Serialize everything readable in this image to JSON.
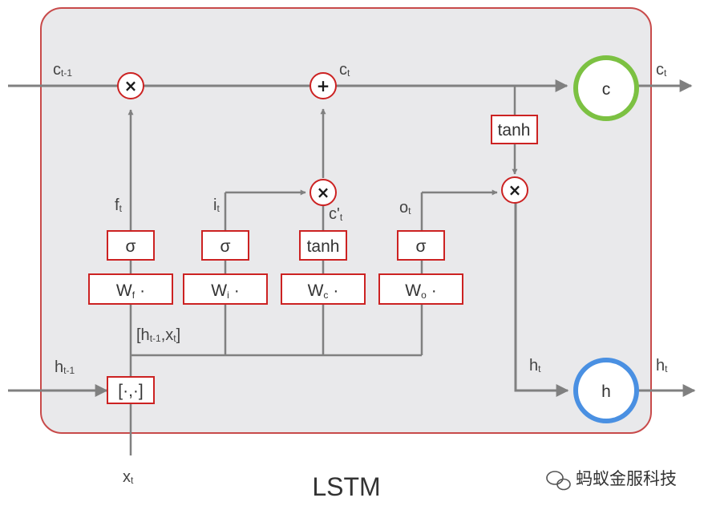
{
  "title": "LSTM",
  "watermark": "蚂蚁金服科技",
  "colors": {
    "cell_state_ring": "#7cc142",
    "hidden_state_ring": "#4a90e2",
    "box_border": "#cc2222",
    "panel_fill": "#e9e9eb",
    "panel_border": "#c84a4a",
    "line": "#808080"
  },
  "nodes": {
    "cell_state": "c",
    "hidden_state": "h"
  },
  "boxes": {
    "sigma_f": "σ",
    "sigma_i": "σ",
    "tanh_c": "tanh",
    "sigma_o": "σ",
    "tanh_out": "tanh",
    "w_f": {
      "main": "W",
      "sub": "f",
      "dot": "·"
    },
    "w_i": {
      "main": "W",
      "sub": "i",
      "dot": "·"
    },
    "w_c": {
      "main": "W",
      "sub": "c",
      "dot": "·"
    },
    "w_o": {
      "main": "W",
      "sub": "o",
      "dot": "·"
    },
    "concat": "[·,·]"
  },
  "operators": {
    "forget_mult": "×",
    "add": "+",
    "input_mult": "×",
    "output_mult": "×"
  },
  "labels": {
    "c_prev": {
      "main": "c",
      "sub": "t-1"
    },
    "c_t_add": {
      "main": "c",
      "sub": "t"
    },
    "c_t_out": {
      "main": "c",
      "sub": "t"
    },
    "f_t": {
      "main": "f",
      "sub": "t"
    },
    "i_t": {
      "main": "i",
      "sub": "t"
    },
    "c_prime": {
      "main": "c'",
      "sub": "t"
    },
    "o_t": {
      "main": "o",
      "sub": "t"
    },
    "concat_label": {
      "open": "[h",
      "sub1": "t-1",
      "mid": ",x",
      "sub2": "t",
      "close": "]"
    },
    "h_prev": {
      "main": "h",
      "sub": "t-1"
    },
    "h_t_in": {
      "main": "h",
      "sub": "t"
    },
    "h_t_out": {
      "main": "h",
      "sub": "t"
    },
    "x_t": {
      "main": "x",
      "sub": "t"
    }
  }
}
